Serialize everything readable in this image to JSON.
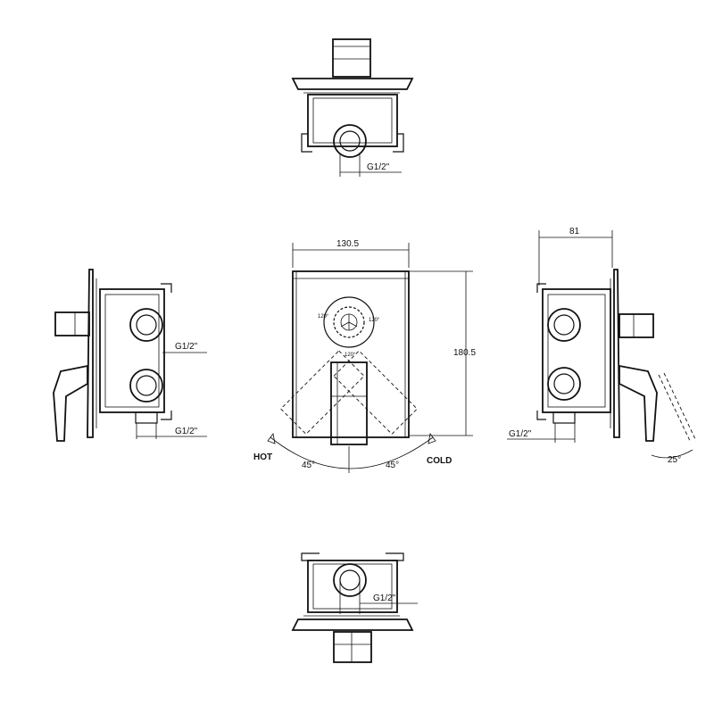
{
  "dimensions": {
    "width": "130.5",
    "height": "180.5",
    "depth": "81"
  },
  "thread_labels": {
    "top_view": "G1/2\"",
    "left_upper": "G1/2\"",
    "left_lower": "G1/2\"",
    "right_view": "G1/2\"",
    "bottom_view": "G1/2\""
  },
  "angles": {
    "hot_angle": "45°",
    "cold_angle": "45°",
    "tilt_angle": "25°",
    "dial_top_left": "120°",
    "dial_top_right": "120°",
    "dial_bottom": "120°"
  },
  "labels": {
    "hot": "HOT",
    "cold": "COLD"
  }
}
